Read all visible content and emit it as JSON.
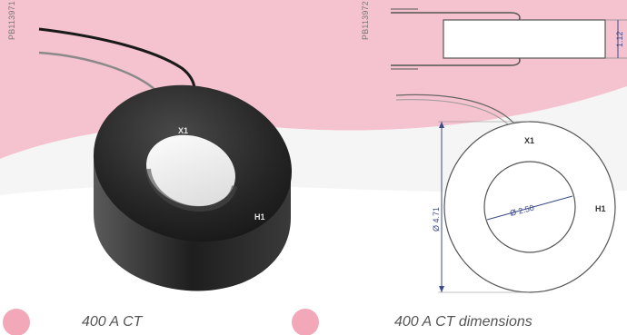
{
  "figures": [
    {
      "code": "PB113971",
      "caption": "400 A CT",
      "marks": {
        "x1": "X1",
        "h1": "H1"
      }
    },
    {
      "code": "PB113972",
      "caption": "400 A CT dimensions",
      "marks": {
        "x1": "X1",
        "h1": "H1"
      },
      "dimensions": {
        "height": "1.12",
        "outer_diameter": "Ø 4.71",
        "inner_diameter": "Ø 2.50"
      }
    }
  ],
  "colors": {
    "watermark": "#f5c2cf",
    "watermark_dot": "#f3a8ba",
    "dimension_lines": "#3b4a8a",
    "ring_body": "#2a2a2a"
  }
}
